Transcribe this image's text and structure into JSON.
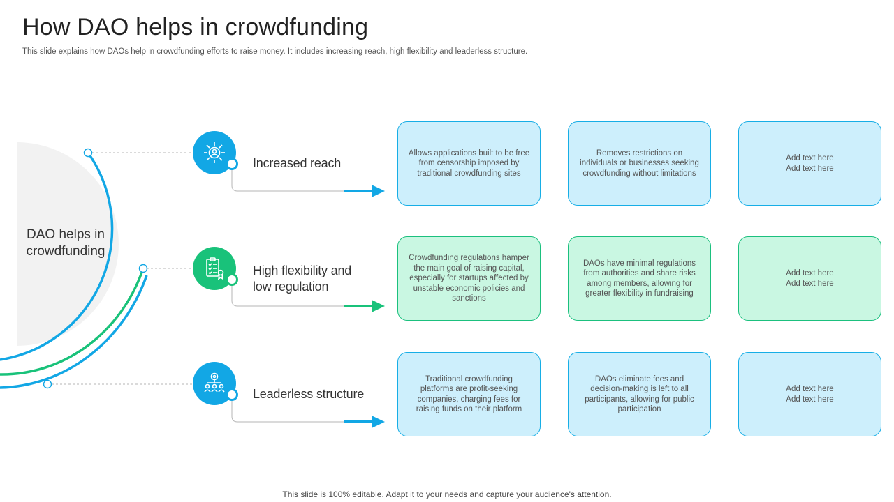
{
  "title": "How DAO helps in crowdfunding",
  "subtitle": "This slide explains how DAOs help in crowdfunding efforts to raise money. It includes increasing reach, high flexibility and leaderless structure.",
  "footer": "This slide is 100% editable. Adapt it to your needs and capture your audience's attention.",
  "hub": {
    "label": "DAO helps in crowdfunding"
  },
  "colors": {
    "blue": "#12a7e5",
    "green": "#19c27a",
    "blue_fill": "#cdeffc",
    "green_fill": "#c9f7e2",
    "hub_fill": "#f2f2f2"
  },
  "rows": [
    {
      "label": "Increased reach",
      "icon": "network-people-icon",
      "cards": [
        "Allows applications built to be free from censorship imposed by traditional crowdfunding sites",
        "Removes restrictions on individuals or businesses seeking crowdfunding without limitations",
        "Add text here\nAdd text here"
      ]
    },
    {
      "label": "High flexibility and low regulation",
      "icon": "checklist-icon",
      "cards": [
        "Crowdfunding regulations hamper the main goal of raising capital, especially for startups affected by unstable economic policies and sanctions",
        "DAOs have minimal regulations from authorities and share risks among members, allowing for greater flexibility in fundraising",
        "Add text here\nAdd text here"
      ]
    },
    {
      "label": "Leaderless structure",
      "icon": "team-structure-icon",
      "cards": [
        "Traditional crowdfunding platforms are profit-seeking companies, charging fees for raising funds on their platform",
        "DAOs eliminate fees and decision-making is left to all participants, allowing for public participation",
        "Add text here\nAdd text here"
      ]
    }
  ]
}
